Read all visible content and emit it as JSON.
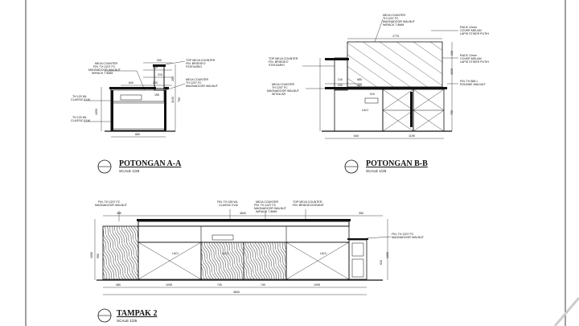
{
  "sections": {
    "a": {
      "title": "POTONGAN A-A",
      "scale": "SCALE 1/25",
      "dims": [
        "300",
        "210",
        "310",
        "640",
        "200",
        "155",
        "880"
      ],
      "height_dims": [
        "1050",
        "1100",
        "700",
        "280"
      ],
      "notes": [
        "MEJA COUNTER",
        "FIN. TH 1207 FC",
        "MAGNADOOR WALNUT",
        "W/RACK T 8MM",
        "TOP MEJA COUNTER",
        "FIN. BRIDGEO",
        "STATUARIO",
        "MEJA COUNTER",
        "TH 1207 FC",
        "MAGNADOOR WALNUT",
        "TH 120 WL",
        "CLASSIC ELM",
        "TH 120 WL",
        "CLASSIC ELM"
      ]
    },
    "b": {
      "title": "POTONGAN B-B",
      "scale": "SCALE 1/25",
      "dims": [
        "1775",
        "210",
        "580",
        "220",
        "460",
        "910",
        "840",
        "1195"
      ],
      "height_dims": [
        "130",
        "1030",
        "700"
      ],
      "notes": [
        "MEJA COUNTER",
        "TH 1207 FC",
        "MAGNADOOR WALNUT",
        "W/RACK T 8MM",
        "TOP MEJA COUNTER",
        "FIN. BRIDGEO",
        "STATUARIO",
        "MEJA COUNTER",
        "TH 1207 FC",
        "MAGNADOOR WALNUT",
        "W/TAU AR",
        "RACK 12mm",
        "COVER MELAM",
        "LAPIS STIKER PUTIH",
        "RACK 12mm",
        "COVER MELAM",
        "LAPIS STIKER PUTIH",
        "FIN. TH 884 L",
        "ROUNDE WALNUT"
      ],
      "laci": "LACI"
    },
    "c": {
      "title": "TAMPAK 2",
      "scale": "SCALE 1/25",
      "top_dims": [
        "400",
        "3840",
        "350"
      ],
      "bottom_dims": [
        "1095",
        "740",
        "740",
        "1095"
      ],
      "overall": "3840",
      "side_left": "480",
      "left_heights": [
        "1050",
        "950"
      ],
      "right_heights": [
        "1050",
        "610"
      ],
      "notes": [
        "FIN. TH 1207 FC",
        "MAGNADOOR WALNUT",
        "FIN. TH 155 WL",
        "CLASSIC ELM",
        "MEJA COUNTER",
        "FIN. TH 1207 FC",
        "MAGNADOOR WALNUT",
        "W/RACK T 8MM",
        "TOP MEJA COUNTER",
        "FIN. BRIDGEO/GRANIT",
        "FIN. TH 1207 FC",
        "MAGNADOOR WALNUT"
      ],
      "laci": [
        "LACI",
        "LACI",
        "LACI"
      ]
    }
  }
}
